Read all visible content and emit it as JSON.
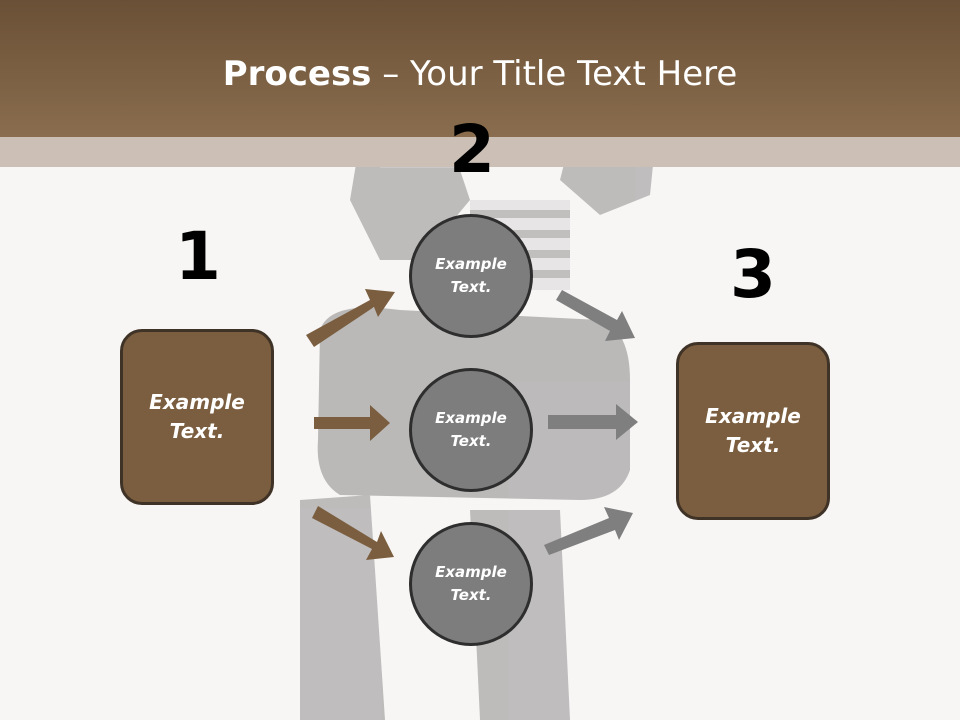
{
  "title": {
    "bold": "Process",
    "rest": " – Your Title Text Here"
  },
  "steps": [
    {
      "number": "1",
      "text": "Example Text."
    },
    {
      "number": "2",
      "items": [
        "Example Text.",
        "Example Text.",
        "Example Text."
      ]
    },
    {
      "number": "3",
      "text": "Example Text."
    }
  ],
  "colors": {
    "header": "#8a6d4e",
    "box_fill": "#7b5e3f",
    "circle_fill": "#7d7d7d",
    "arrow_in": "#7b5e3f",
    "arrow_out": "#7f7f7f"
  }
}
